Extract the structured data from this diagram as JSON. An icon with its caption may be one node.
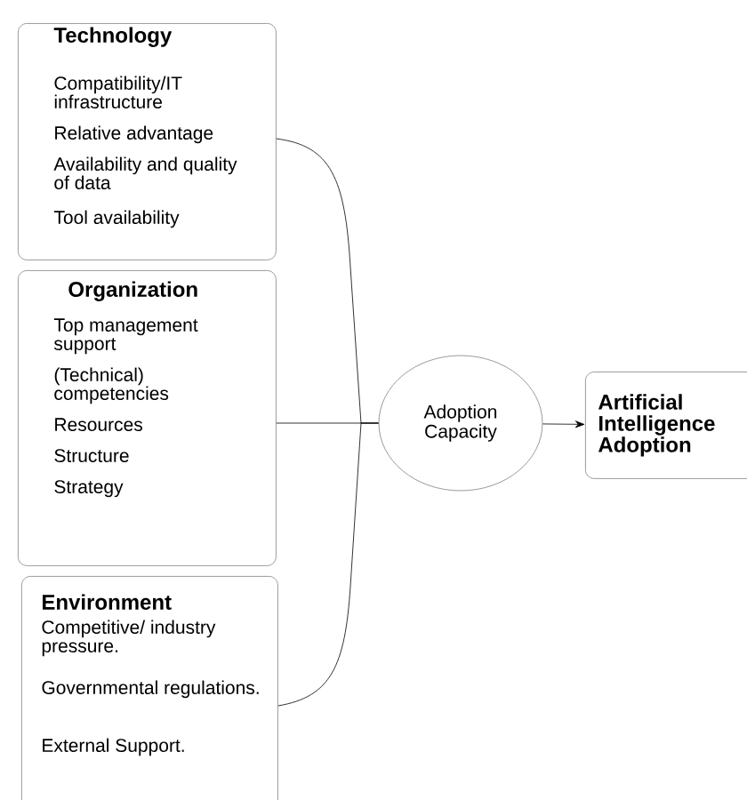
{
  "diagram": {
    "nodes": [
      {
        "text": [
          "Technology",
          "Compatibility/IT infrastructure",
          "Relative advantage",
          "Availability and quality of data",
          "Tool availability"
        ]
      },
      {
        "text": [
          "Organization",
          "Top management support",
          "(Technical) competencies",
          "Resources",
          "Structure",
          "Strategy"
        ]
      },
      {
        "text": [
          "Environment",
          "Competitive/ industry pressure.",
          "Governmental regulations.",
          "External Support."
        ]
      },
      {
        "text": [
          "Adoption Capacity"
        ]
      },
      {
        "text": [
          "Artificial Intelligence Adoption"
        ]
      }
    ],
    "edges": [
      {
        "from": 0,
        "to": 3,
        "arrow": "none"
      },
      {
        "from": 1,
        "to": 3,
        "arrow": "none"
      },
      {
        "from": 2,
        "to": 3,
        "arrow": "none"
      },
      {
        "from": 3,
        "to": 4,
        "arrow": "to"
      }
    ]
  }
}
